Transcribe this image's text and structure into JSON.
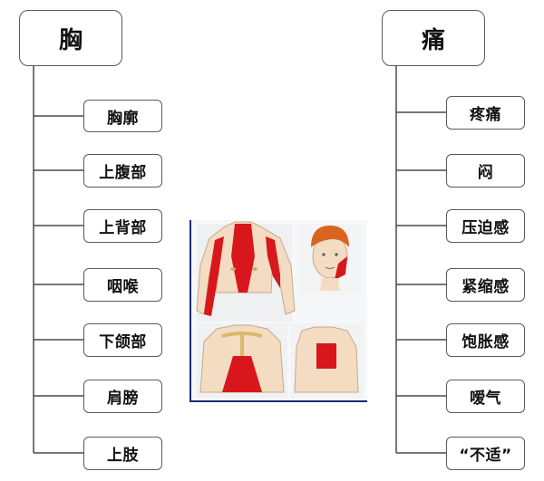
{
  "left_tree": {
    "root": "胸",
    "items": [
      "胸廓",
      "上腹部",
      "上背部",
      "咽喉",
      "下颌部",
      "肩膀",
      "上肢"
    ]
  },
  "right_tree": {
    "root": "痛",
    "items": [
      "疼痛",
      "闷",
      "压迫感",
      "紧缩感",
      "饱胀感",
      "嗳气",
      "“不适”"
    ]
  },
  "illustration": {
    "panels": [
      "front-torso-chest-and-left-arm-pain",
      "face-jaw-pain",
      "upper-chest-pain",
      "upper-back-pain"
    ],
    "colors": {
      "pain": "#d9161c",
      "skin": "#f3dcc2",
      "hair": "#d9641e",
      "panel_bg": "#f2f4f6",
      "border": "#1f2b6e"
    }
  }
}
